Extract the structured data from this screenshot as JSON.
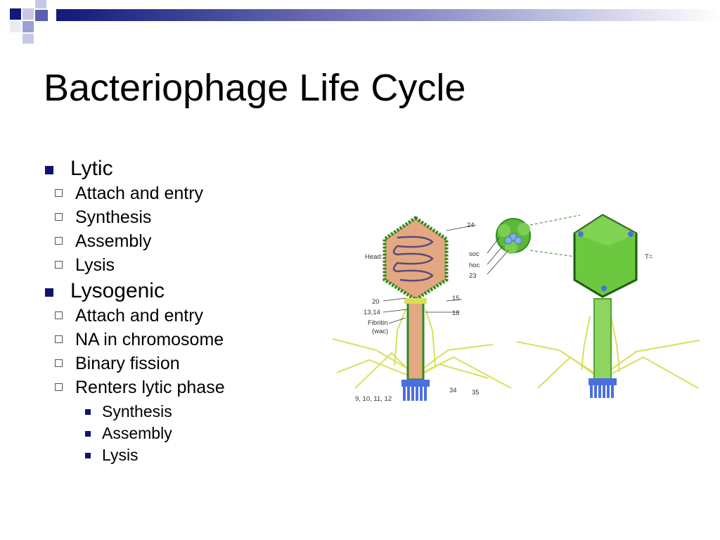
{
  "slide": {
    "title": "Bacteriophage Life Cycle",
    "bullets": [
      {
        "label": "Lytic",
        "items": [
          {
            "label": "Attach and entry"
          },
          {
            "label": "Synthesis"
          },
          {
            "label": "Assembly"
          },
          {
            "label": "Lysis"
          }
        ]
      },
      {
        "label": "Lysogenic",
        "items": [
          {
            "label": "Attach and entry"
          },
          {
            "label": "NA in chromosome"
          },
          {
            "label": "Binary fission"
          },
          {
            "label": "Renters lytic phase",
            "subitems": [
              "Synthesis",
              "Assembly",
              "Lysis"
            ]
          }
        ]
      }
    ]
  },
  "figure": {
    "labels": {
      "head": "Head:",
      "l24": "24",
      "soc": "soc",
      "hoc": "hoc",
      "l23": "23",
      "l20": "20",
      "l1314": "13,14",
      "fibritin": "Fibritin",
      "wac": "(wac)",
      "l15": "15",
      "l18": "18",
      "l34": "34",
      "l35": "35",
      "l9101112": "9, 10, 11, 12",
      "t": "T="
    },
    "colors": {
      "capsid": "#e3a882",
      "dots": "#2e8a1c",
      "green_head": "#6cc83e",
      "fibers": "#d8e05a",
      "base": "#4a70e0",
      "header_accent": "#13187a"
    }
  }
}
